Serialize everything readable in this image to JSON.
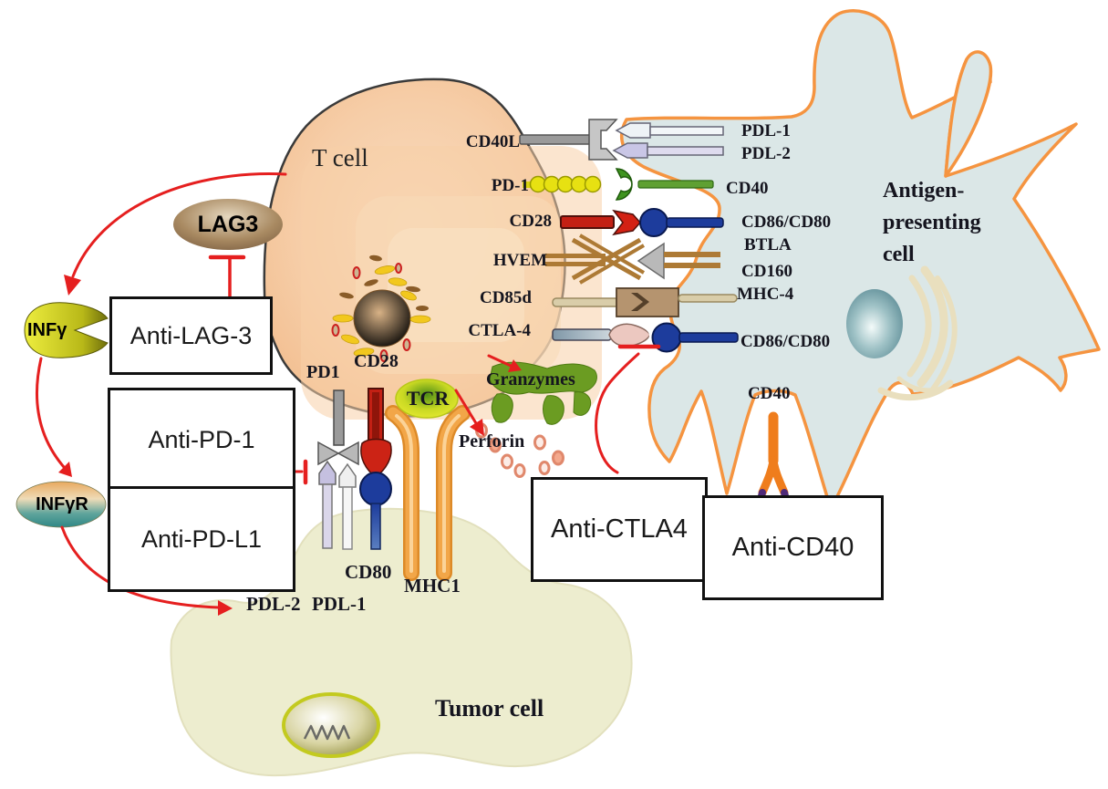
{
  "cells": {
    "t_cell": "T cell",
    "apc_line1": "Antigen-",
    "apc_line2": "presenting",
    "apc_line3": "cell",
    "tumor": "Tumor cell"
  },
  "left_pathway": {
    "lag3": "LAG3",
    "infg": "INFγ",
    "infgr": "INFγR"
  },
  "boxes": {
    "anti_lag3": "Anti-LAG-3",
    "anti_pd1": "Anti-PD-1",
    "anti_pdl1": "Anti-PD-L1",
    "anti_ctla4": "Anti-CTLA4",
    "anti_cd40": "Anti-CD40"
  },
  "synapse": {
    "cd40l": "CD40L",
    "pdl1": "PDL-1",
    "pdl2": "PDL-2",
    "pd1": "PD-1",
    "cd40": "CD40",
    "cd28": "CD28",
    "cd86cd80_1": "CD86/CD80",
    "hvem": "HVEM",
    "btla": "BTLA",
    "cd160": "CD160",
    "cd85d": "CD85d",
    "mhc4": "MHC-4",
    "ctla4": "CTLA-4",
    "cd86cd80_2": "CD86/CD80",
    "cd40_apc": "CD40"
  },
  "tumor_synapse": {
    "pd1": "PD1",
    "cd28": "CD28",
    "tcr": "TCR",
    "cd80": "CD80",
    "mhc1": "MHC1",
    "pdl2": "PDL-2",
    "pdl1": "PDL-1"
  },
  "effectors": {
    "granzymes": "Granzymes",
    "perforin": "Perforin"
  },
  "colors": {
    "apc_outline": "#f59440",
    "apc_fill": "#dbe7e7",
    "t_cell_fill": "#f5c79e",
    "tumor_fill": "#ededcf",
    "inhibitor_red": "#e51f1f"
  }
}
